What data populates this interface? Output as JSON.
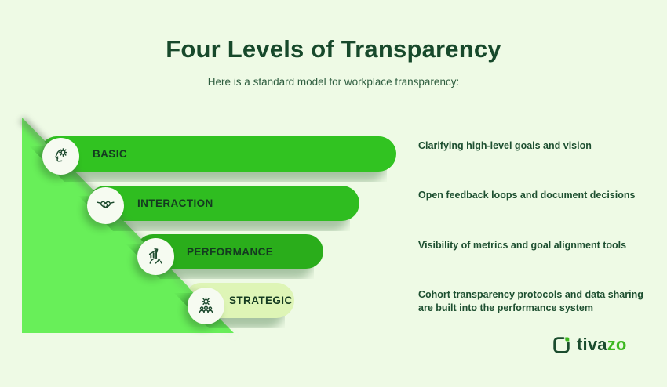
{
  "header": {
    "title": "Four Levels of Transparency",
    "subtitle": "Here is a standard model for workplace transparency:"
  },
  "levels": [
    {
      "label": "BASIC",
      "description": "Clarifying high-level goals and vision",
      "icon": "mind-idea-icon"
    },
    {
      "label": "INTERACTION",
      "description": "Open feedback loops and document decisions",
      "icon": "handshake-icon"
    },
    {
      "label": "PERFORMANCE",
      "description": "Visibility of metrics and goal alignment tools",
      "icon": "performance-gauge-icon"
    },
    {
      "label": "STRATEGIC",
      "description": "Cohort transparency protocols and data sharing are built into the performance system",
      "icon": "team-gear-icon"
    }
  ],
  "logo": {
    "brand_prefix": "tiva",
    "brand_suffix": "zo"
  },
  "colors": {
    "background": "#eefae5",
    "bar_green": "#31c321",
    "bar_green_mid": "#2fbd20",
    "bar_green_dark": "#2aad1b",
    "bar_pale": "#def5b6",
    "triangle": "#68ef59",
    "text_dark_green": "#17492b",
    "logo_green": "#3cb820"
  }
}
